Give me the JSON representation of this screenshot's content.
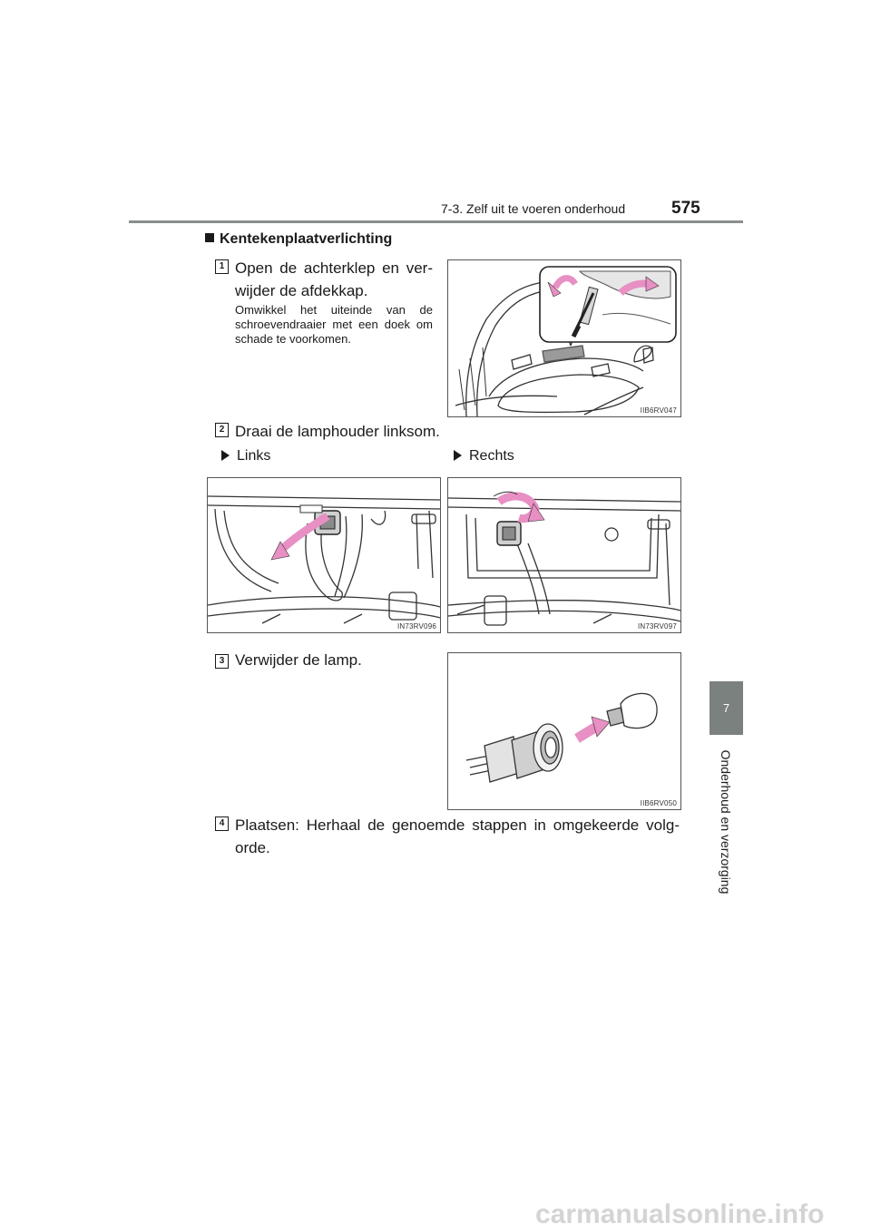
{
  "header": {
    "section_title": "7-3. Zelf uit te voeren onderhoud",
    "page_number": "575"
  },
  "side_tab": {
    "chapter_number": "7",
    "chapter_label": "Onderhoud en verzorging"
  },
  "section": {
    "heading": "Kentekenplaatverlichting",
    "steps": [
      {
        "number": "1",
        "text": "Open de achterklep en ver- wijder de afdekkap.",
        "note": "Omwikkel het uiteinde van de schroevendraaier met een doek om schade te voorkomen."
      },
      {
        "number": "2",
        "text": "Draai de lamphouder linksom."
      },
      {
        "number": "3",
        "text": "Verwijder de lamp."
      },
      {
        "number": "4",
        "text": "Plaatsen: Herhaal de genoemde stappen in omgekeerde volg- orde."
      }
    ],
    "sub_labels": {
      "left": "Links",
      "right": "Rechts"
    }
  },
  "figures": {
    "fig1_code": "IIB6RV047",
    "fig2_code": "IN73RV096",
    "fig3_code": "IN73RV097",
    "fig4_code": "IIB6RV050"
  },
  "colors": {
    "accent_pink": "#e88fc4",
    "tab_gray": "#7b817e",
    "rule_gray": "#8a8f8c"
  },
  "watermark": "carmanualsonline.info"
}
